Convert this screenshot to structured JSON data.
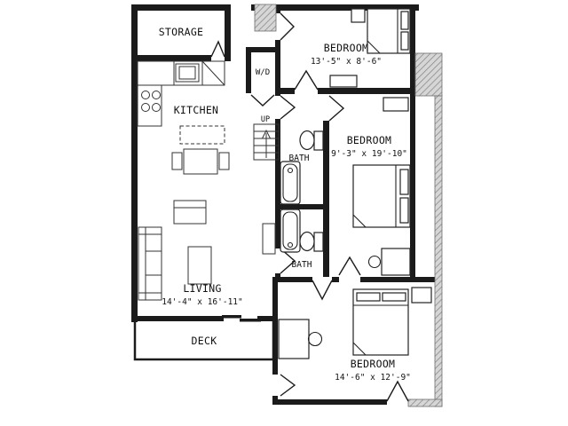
{
  "rooms": {
    "storage": {
      "label": "STORAGE"
    },
    "kitchen": {
      "label": "KITCHEN"
    },
    "living": {
      "label": "LIVING",
      "dims": "14'-4\" x 16'-11\""
    },
    "deck": {
      "label": "DECK"
    },
    "laundry": {
      "label": "W/D"
    },
    "stairs": {
      "label": "UP"
    },
    "bath_upper": {
      "label": "BATH"
    },
    "bath_lower": {
      "label": "BATH"
    },
    "bedroom_top": {
      "label": "BEDROOM",
      "dims": "13'-5\" x 8'-6\""
    },
    "bedroom_right": {
      "label": "BEDROOM",
      "dims": "9'-3\" x 19'-10\""
    },
    "bedroom_bottom": {
      "label": "BEDROOM",
      "dims": "14'-6\" x 12'-9\""
    }
  },
  "colors": {
    "wall": "#1b1b1b",
    "hatch_fill": "#d6d6d6",
    "hatch_line": "#8a8a8a",
    "background": "#ffffff",
    "text": "#111111"
  }
}
